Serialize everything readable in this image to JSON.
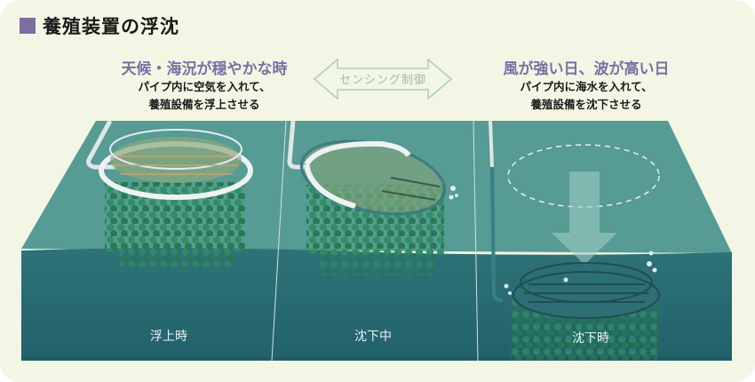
{
  "title": "養殖装置の浮沈",
  "left_condition": {
    "heading": "天候・海況が穏やかな時",
    "line1": "パイプ内に空気を入れて、",
    "line2": "養殖設備を浮上させる"
  },
  "center_control": {
    "label": "センシング制御"
  },
  "right_condition": {
    "heading": "風が強い日、波が高い日",
    "line1": "パイプ内に海水を入れて、",
    "line2": "養殖設備を沈下させる"
  },
  "phases": [
    {
      "label": "浮上時"
    },
    {
      "label": "沈下中"
    },
    {
      "label": "沈下時"
    }
  ],
  "colors": {
    "background": "#f3f6e4",
    "accent_purple": "#7a70a2",
    "water_upper": "#569b94",
    "water_lower": "#2b6b72",
    "seaweed": "#2e8a5a",
    "frame": "#dfe6e6",
    "arrow_outline": "#a9cdbf"
  }
}
